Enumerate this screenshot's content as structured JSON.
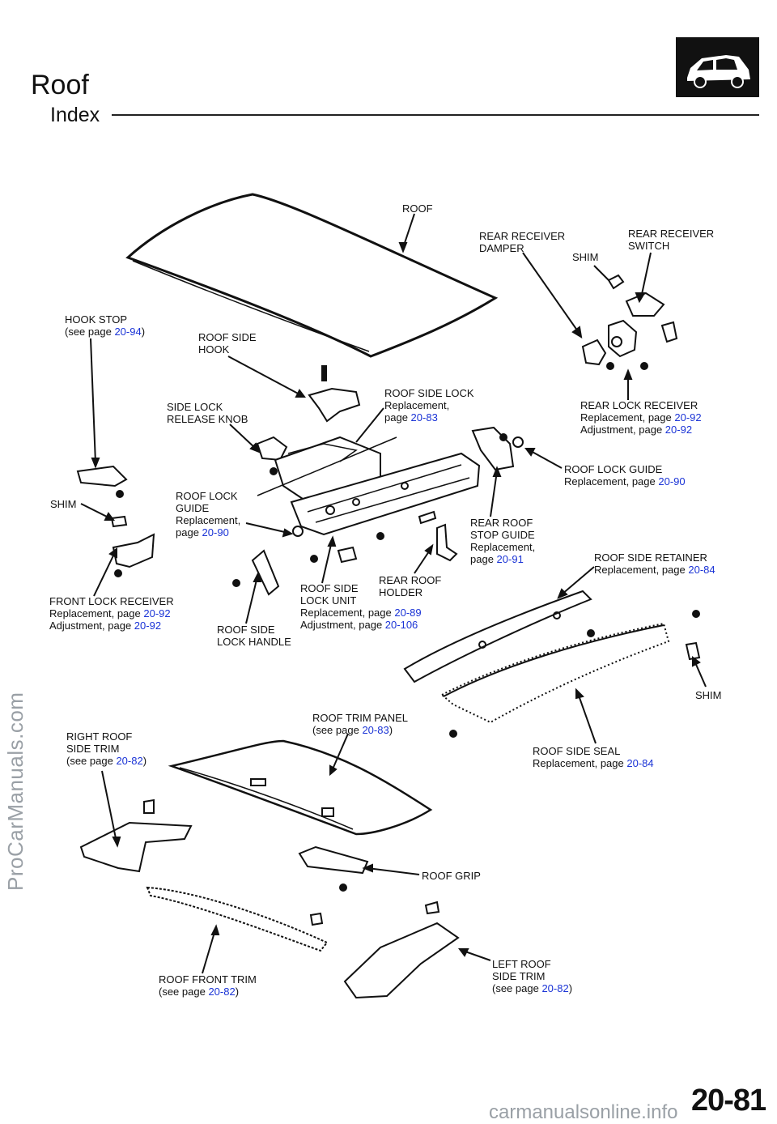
{
  "header": {
    "title": "Roof",
    "subtitle": "Index",
    "icon": "car-icon"
  },
  "labels": {
    "roof": {
      "lines": [
        "ROOF"
      ]
    },
    "rear_receiver_damper": {
      "lines": [
        "REAR RECEIVER",
        "DAMPER"
      ]
    },
    "shim_top": {
      "lines": [
        "SHIM"
      ]
    },
    "rear_receiver_switch": {
      "lines": [
        "REAR RECEIVER",
        "SWITCH"
      ]
    },
    "hook_stop": {
      "lines": [
        "HOOK STOP"
      ],
      "ref_prefix": "(see page ",
      "ref": "20-94",
      "ref_suffix": ")"
    },
    "roof_side_hook": {
      "lines": [
        "ROOF SIDE",
        "HOOK"
      ]
    },
    "roof_side_lock": {
      "lines": [
        "ROOF SIDE LOCK",
        "Replacement,"
      ],
      "ref_prefix": "page ",
      "ref": "20-83"
    },
    "side_lock_release_knob": {
      "lines": [
        "SIDE LOCK",
        "RELEASE KNOB"
      ]
    },
    "rear_lock_receiver": {
      "lines": [
        "REAR LOCK RECEIVER"
      ],
      "ref_lines": [
        {
          "prefix": "Replacement, page ",
          "ref": "20-92"
        },
        {
          "prefix": "Adjustment, page ",
          "ref": "20-92"
        }
      ]
    },
    "roof_lock_guide_right": {
      "lines": [
        "ROOF LOCK GUIDE"
      ],
      "ref_prefix": "Replacement, page ",
      "ref": "20-90"
    },
    "shim_left": {
      "lines": [
        "SHIM"
      ]
    },
    "roof_lock_guide_left": {
      "lines": [
        "ROOF LOCK",
        "GUIDE",
        "Replacement,"
      ],
      "ref_prefix": "page ",
      "ref": "20-90"
    },
    "rear_roof_stop_guide": {
      "lines": [
        "REAR ROOF",
        "STOP GUIDE",
        "Replacement,"
      ],
      "ref_prefix": "page ",
      "ref": "20-91"
    },
    "roof_side_retainer": {
      "lines": [
        "ROOF SIDE RETAINER"
      ],
      "ref_prefix": "Replacement, page ",
      "ref": "20-84"
    },
    "front_lock_receiver": {
      "lines": [
        "FRONT LOCK RECEIVER"
      ],
      "ref_lines": [
        {
          "prefix": "Replacement, page ",
          "ref": "20-92"
        },
        {
          "prefix": "Adjustment, page ",
          "ref": "20-92"
        }
      ]
    },
    "roof_side_lock_unit": {
      "lines": [
        "ROOF SIDE",
        "LOCK UNIT"
      ],
      "ref_lines": [
        {
          "prefix": "Replacement, page ",
          "ref": "20-89"
        },
        {
          "prefix": "Adjustment, page ",
          "ref": "20-106"
        }
      ]
    },
    "rear_roof_holder": {
      "lines": [
        "REAR ROOF",
        "HOLDER"
      ]
    },
    "roof_side_lock_handle": {
      "lines": [
        "ROOF SIDE",
        "LOCK HANDLE"
      ]
    },
    "shim_right": {
      "lines": [
        "SHIM"
      ]
    },
    "roof_trim_panel": {
      "lines": [
        "ROOF TRIM PANEL"
      ],
      "ref_prefix": "(see page ",
      "ref": "20-83",
      "ref_suffix": ")"
    },
    "right_roof_side_trim": {
      "lines": [
        "RIGHT ROOF",
        "SIDE TRIM"
      ],
      "ref_prefix": "(see page ",
      "ref": "20-82",
      "ref_suffix": ")"
    },
    "roof_side_seal": {
      "lines": [
        "ROOF SIDE SEAL"
      ],
      "ref_prefix": "Replacement, page ",
      "ref": "20-84"
    },
    "roof_grip": {
      "lines": [
        "ROOF GRIP"
      ]
    },
    "left_roof_side_trim": {
      "lines": [
        "LEFT ROOF",
        "SIDE TRIM"
      ],
      "ref_prefix": "(see page ",
      "ref": "20-82",
      "ref_suffix": ")"
    },
    "roof_front_trim": {
      "lines": [
        "ROOF FRONT TRIM"
      ],
      "ref_prefix": "(see page ",
      "ref": "20-82",
      "ref_suffix": ")"
    }
  },
  "footer": {
    "page_number": "20-81",
    "watermark_side": "ProCarManuals.com",
    "watermark_bottom": "carmanualsonline.info"
  },
  "colors": {
    "reference_link": "#1a33d6",
    "line": "#111111",
    "watermark": "#9aa0a6"
  }
}
